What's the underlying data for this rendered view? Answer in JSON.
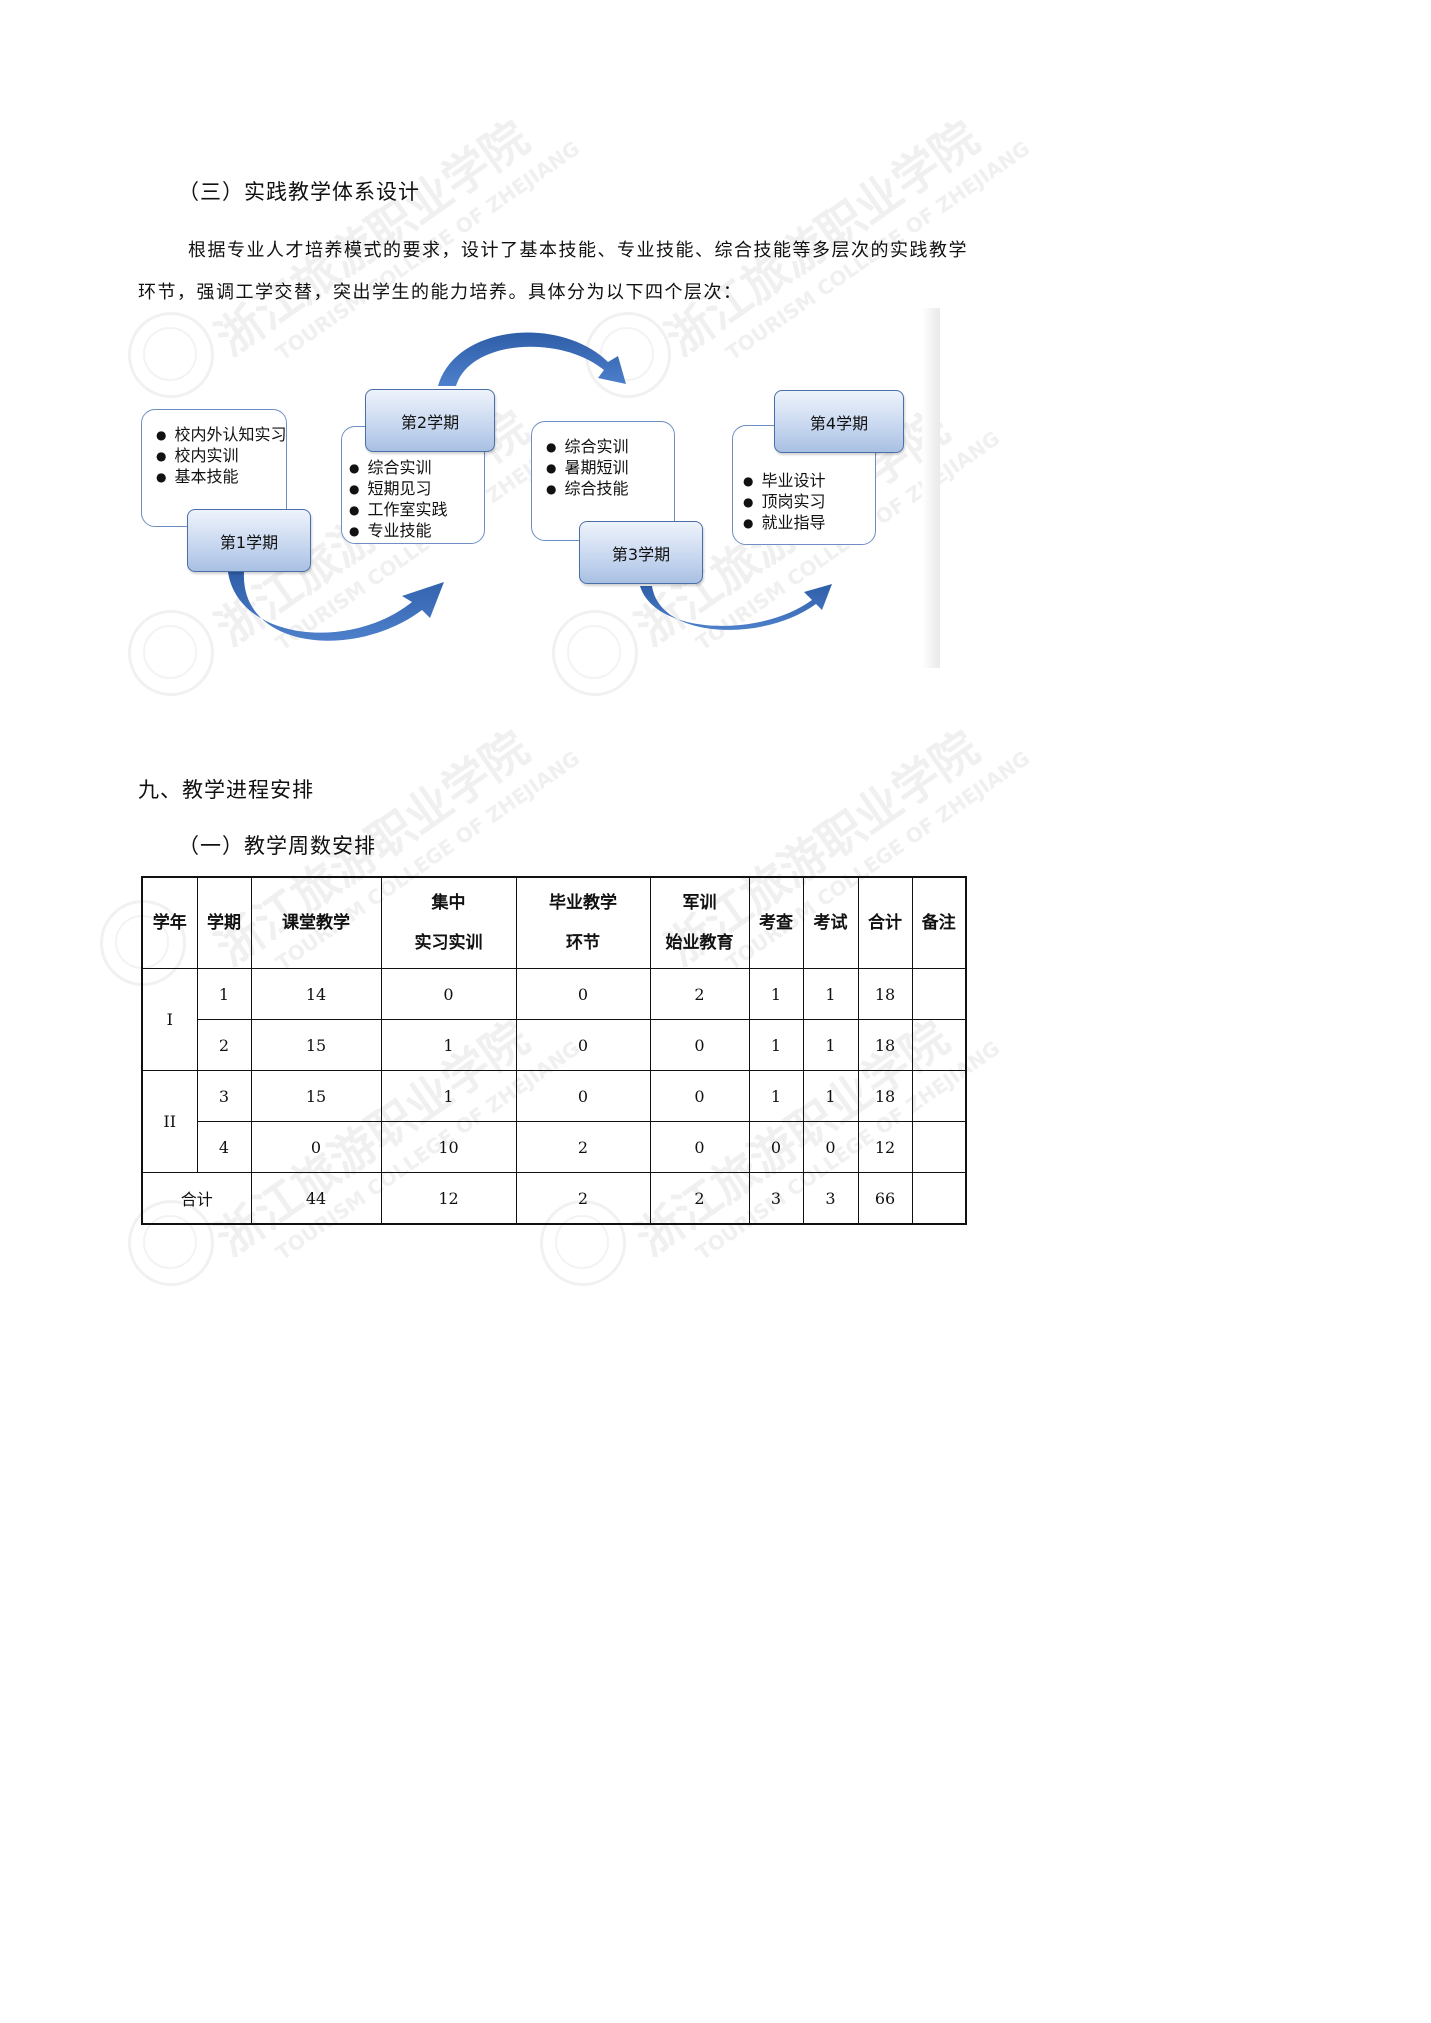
{
  "section3_title": "（三）实践教学体系设计",
  "intro_line1": "根据专业人才培养模式的要求，设计了基本技能、专业技能、综合技能等多层次的实践教学",
  "intro_line2": "环节，强调工学交替，突出学生的能力培养。具体分为以下四个层次：",
  "diagram": {
    "term1": {
      "label": "第1学期",
      "items": [
        "校内外认知实习",
        "校内实训",
        "基本技能"
      ]
    },
    "term2": {
      "label": "第2学期",
      "items": [
        "综合实训",
        "短期见习",
        "工作室实践",
        "专业技能"
      ]
    },
    "term3": {
      "label": "第3学期",
      "items": [
        "综合实训",
        "暑期短训",
        "综合技能"
      ]
    },
    "term4": {
      "label": "第4学期",
      "items": [
        "毕业设计",
        "顶岗实习",
        "就业指导"
      ]
    },
    "accent_color": "#3a68b5"
  },
  "section9_title": "九、教学进程安排",
  "section9_1_title": "（一）教学周数安排",
  "table": {
    "headers": {
      "year": "学年",
      "term": "学期",
      "classroom": "课堂教学",
      "practice_l1": "集中",
      "practice_l2": "实习实训",
      "grad_l1": "毕业教学",
      "grad_l2": "环节",
      "military_l1": "军训",
      "military_l2": "始业教育",
      "check": "考查",
      "exam": "考试",
      "total": "合计",
      "remark": "备注"
    },
    "year1": "I",
    "year2": "II",
    "rows": [
      [
        "1",
        "14",
        "0",
        "0",
        "2",
        "1",
        "1",
        "18",
        ""
      ],
      [
        "2",
        "15",
        "1",
        "0",
        "0",
        "1",
        "1",
        "18",
        ""
      ],
      [
        "3",
        "15",
        "1",
        "0",
        "0",
        "1",
        "1",
        "18",
        ""
      ],
      [
        "4",
        "0",
        "10",
        "2",
        "0",
        "0",
        "0",
        "12",
        ""
      ]
    ],
    "total_label": "合计",
    "total_row": [
      "44",
      "12",
      "2",
      "2",
      "3",
      "3",
      "66",
      ""
    ]
  },
  "watermark": {
    "cn": "浙江旅游职业学院",
    "en": "TOURISM COLLEGE OF ZHEJIANG"
  }
}
